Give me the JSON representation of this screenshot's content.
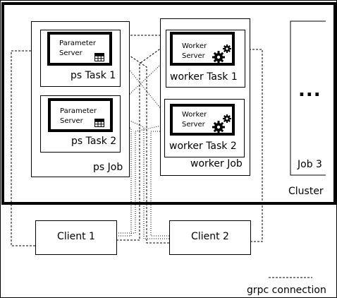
{
  "cluster": {
    "label": "Cluster"
  },
  "ps_job": {
    "label": "ps Job",
    "tasks": [
      {
        "label": "ps Task 1",
        "server_line1": "Parameter",
        "server_line2": "Server"
      },
      {
        "label": "ps Task 2",
        "server_line1": "Parameter",
        "server_line2": "Server"
      }
    ]
  },
  "worker_job": {
    "label": "worker Job",
    "tasks": [
      {
        "label": "worker Task 1",
        "server_line1": "Worker",
        "server_line2": "Server"
      },
      {
        "label": "worker Task 2",
        "server_line1": "Worker",
        "server_line2": "Server"
      }
    ]
  },
  "job3": {
    "label": "Job 3",
    "ellipsis": "..."
  },
  "clients": [
    {
      "label": "Client 1"
    },
    {
      "label": "Client 2"
    }
  ],
  "legend": {
    "label": "grpc connection"
  },
  "icons": {
    "parameter": "table-grid-icon",
    "worker": "gears-icon"
  }
}
